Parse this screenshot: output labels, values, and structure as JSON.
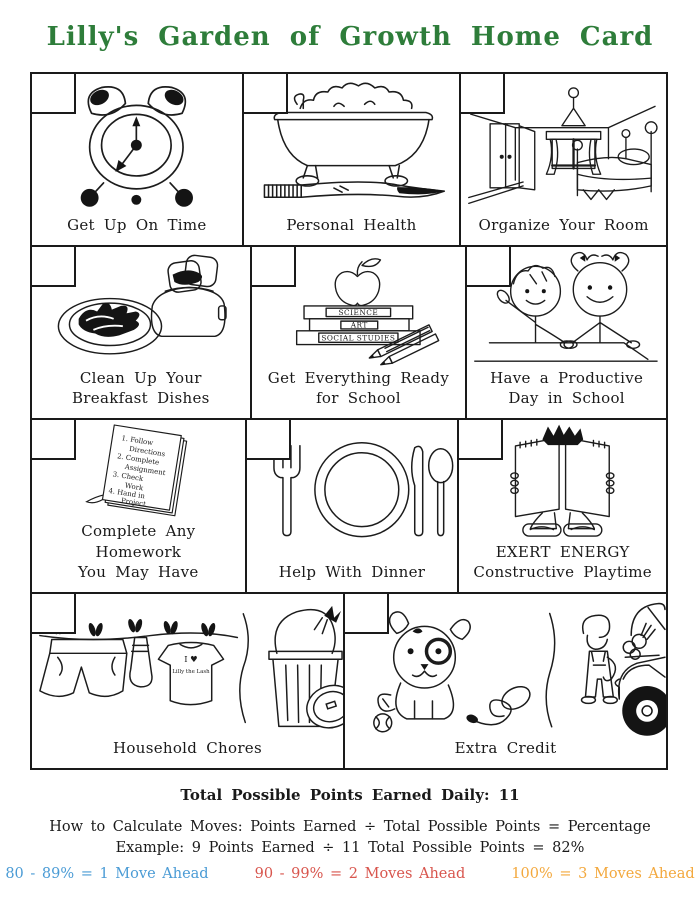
{
  "title": {
    "text": "Lilly's Garden of Growth Home Card",
    "color": "#2e7d3a"
  },
  "cells": {
    "get_up": {
      "label": "Get Up On Time"
    },
    "personal_health": {
      "label": "Personal Health"
    },
    "organize_room": {
      "label": "Organize Your Room"
    },
    "breakfast": {
      "label": "Clean Up Your\nBreakfast Dishes"
    },
    "school_ready": {
      "label": "Get Everything Ready\nfor School",
      "books": [
        "SCIENCE",
        "ART",
        "SOCIAL STUDIES"
      ]
    },
    "productive_day": {
      "label": "Have a Productive\nDay in School"
    },
    "homework": {
      "label": "Complete Any Homework\nYou May Have",
      "list_lines": [
        "1. Follow",
        "Directions",
        "2. Complete",
        "Assignment",
        "3. Check",
        "Work",
        "4. Hand in",
        "Project"
      ]
    },
    "dinner": {
      "label": "Help With Dinner"
    },
    "playtime": {
      "label": "EXERT ENERGY\nConstructive Playtime"
    },
    "chores": {
      "label": "Household Chores",
      "shirt_line1": "I ♥",
      "shirt_line2": "Lilly the Lash"
    },
    "extra_credit": {
      "label": "Extra Credit"
    }
  },
  "footer": {
    "total": "Total Possible Points Earned Daily: 11",
    "how": "How to Calculate Moves: Points Earned ÷ Total Possible Points = Percentage",
    "example": "Example: 9 Points Earned ÷ 11 Total Possible Points = 82%",
    "legend": [
      {
        "text": "80 - 89% = 1 Move Ahead",
        "color": "#4a9bd5"
      },
      {
        "text": "90 - 99% = 2 Moves Ahead",
        "color": "#d8554d"
      },
      {
        "text": "100% = 3 Moves Ahead",
        "color": "#f3a83d"
      }
    ]
  }
}
